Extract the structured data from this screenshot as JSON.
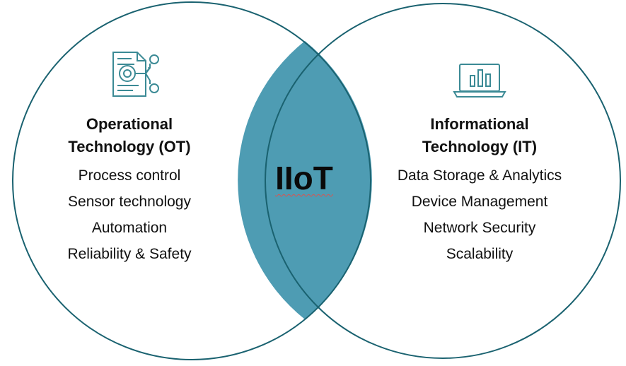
{
  "colors": {
    "outline": "#1a6270",
    "overlap_fill": "#4e9cb3",
    "icon_stroke": "#3b8a95",
    "text": "#111111"
  },
  "left_circle": {
    "icon": "document-process-icon",
    "title_line1": "Operational",
    "title_line2": "Technology (OT)",
    "items": [
      "Process control",
      "Sensor technology",
      "Automation",
      "Reliability & Safety"
    ]
  },
  "right_circle": {
    "icon": "laptop-chart-icon",
    "title_line1": "Informational",
    "title_line2": "Technology (IT)",
    "items": [
      "Data Storage & Analytics",
      "Device Management",
      "Network Security",
      "Scalability"
    ]
  },
  "intersection": {
    "label": "IIoT"
  }
}
